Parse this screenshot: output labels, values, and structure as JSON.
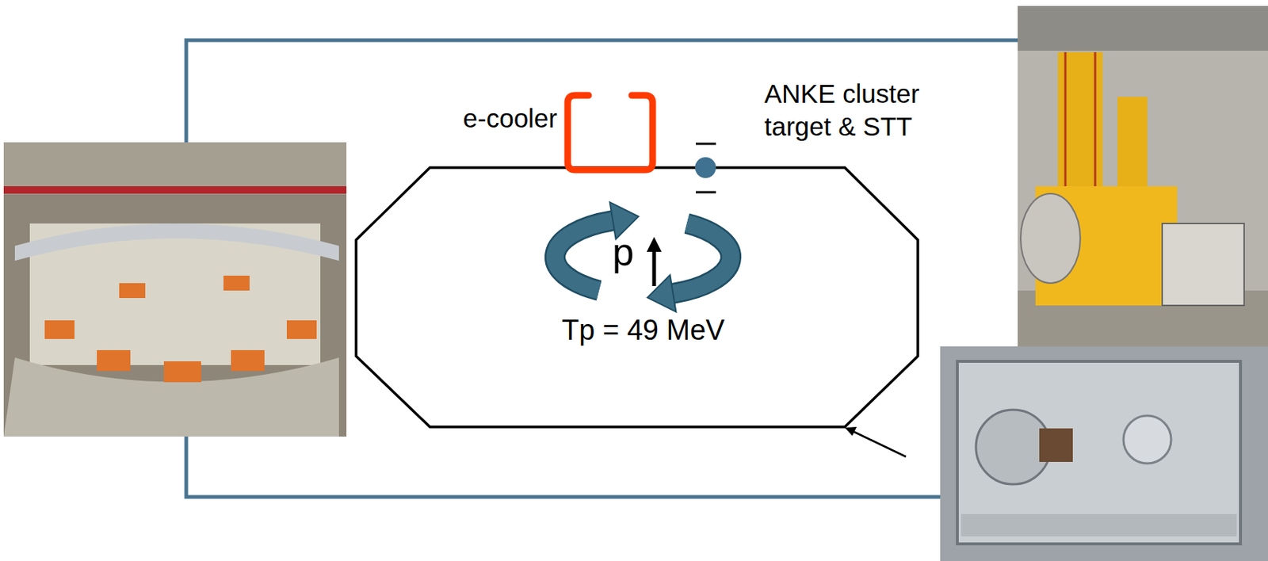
{
  "diagram": {
    "labels": [
      "e-cooler",
      "ANKE cluster target & STT",
      "p",
      "Tp = 49 MeV"
    ]
  }
}
